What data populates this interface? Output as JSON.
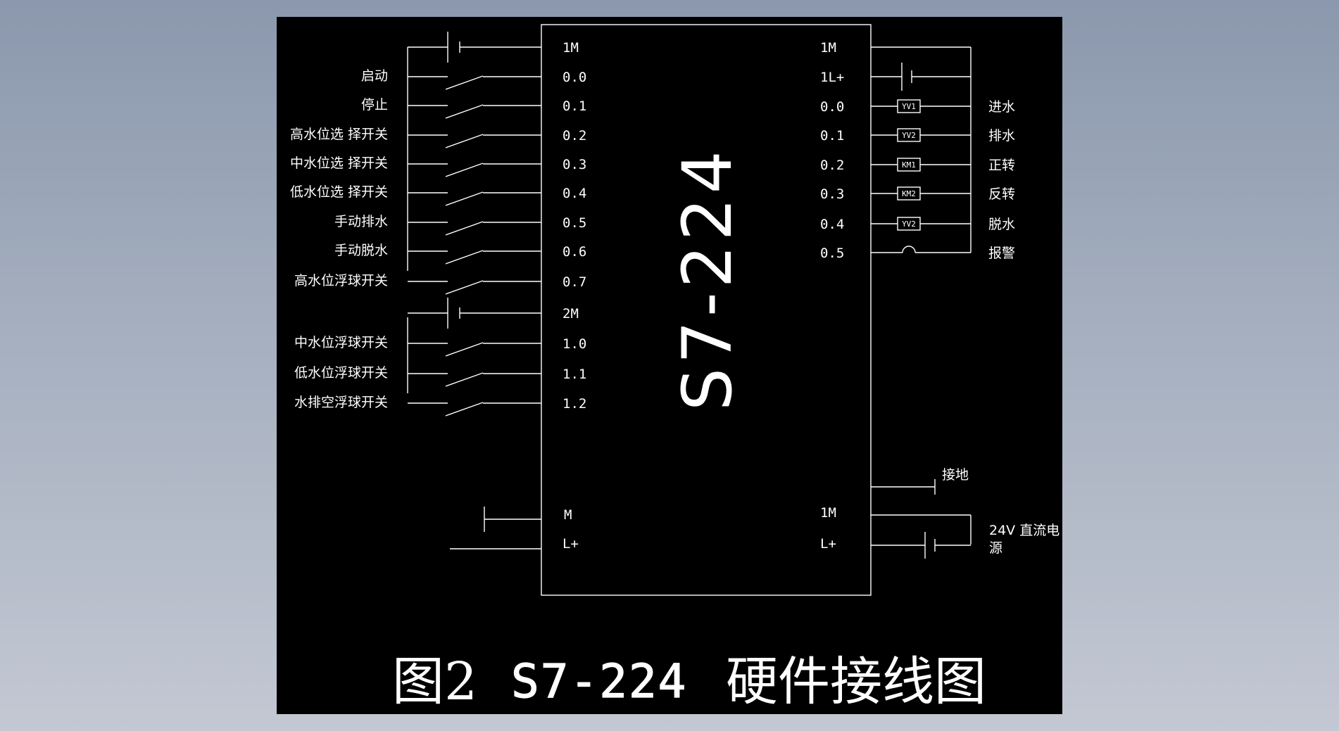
{
  "plc": {
    "model": "S7-224"
  },
  "inputs": [
    {
      "pin": "1M",
      "label": ""
    },
    {
      "pin": "0.0",
      "label": "启动"
    },
    {
      "pin": "0.1",
      "label": "停止"
    },
    {
      "pin": "0.2",
      "label": "高水位选 择开关"
    },
    {
      "pin": "0.3",
      "label": "中水位选 择开关"
    },
    {
      "pin": "0.4",
      "label": "低水位选 择开关"
    },
    {
      "pin": "0.5",
      "label": "手动排水"
    },
    {
      "pin": "0.6",
      "label": "手动脱水"
    },
    {
      "pin": "0.7",
      "label": "高水位浮球开关"
    },
    {
      "pin": "2M",
      "label": ""
    },
    {
      "pin": "1.0",
      "label": "中水位浮球开关"
    },
    {
      "pin": "1.1",
      "label": "低水位浮球开关"
    },
    {
      "pin": "1.2",
      "label": "水排空浮球开关"
    }
  ],
  "outputs": [
    {
      "pin": "1M",
      "device": "",
      "label": ""
    },
    {
      "pin": "1L+",
      "device": "",
      "label": ""
    },
    {
      "pin": "0.0",
      "device": "YV1",
      "label": "进水"
    },
    {
      "pin": "0.1",
      "device": "YV2",
      "label": "排水"
    },
    {
      "pin": "0.2",
      "device": "KM1",
      "label": "正转"
    },
    {
      "pin": "0.3",
      "device": "KM2",
      "label": "反转"
    },
    {
      "pin": "0.4",
      "device": "YV2",
      "label": "脱水"
    },
    {
      "pin": "0.5",
      "device": "",
      "label": "报警"
    }
  ],
  "power": {
    "left_pins": [
      "M",
      "L+"
    ],
    "right_pins": [
      "1M",
      "L+"
    ],
    "ground_label": "接地",
    "supply_label_line1": "24V 直流电",
    "supply_label_line2": "源"
  },
  "caption": {
    "figure": "图2",
    "model": "S7-224",
    "text": "硬件接线图"
  }
}
